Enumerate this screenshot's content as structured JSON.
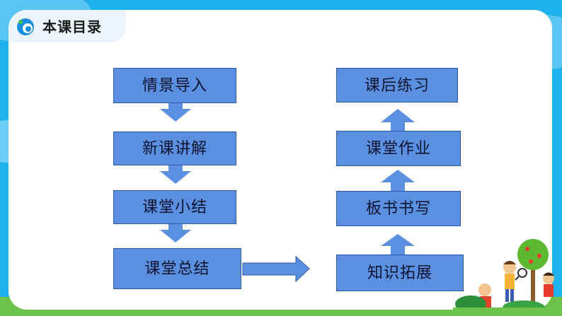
{
  "header": {
    "title": "本课目录"
  },
  "flow": {
    "left_column": [
      "情景导入",
      "新课讲解",
      "课堂小结",
      "课堂总结"
    ],
    "right_column": [
      "课后练习",
      "课堂作业",
      "板书书写",
      "知识拓展"
    ]
  },
  "colors": {
    "background": "#1fb0ee",
    "box_fill": "#5b8fe0",
    "box_border": "#2e57a6",
    "arrow": "#5b8fe0",
    "grass": "#6cc24a"
  },
  "icons": [
    "app-logo-icon",
    "down-arrow-icon",
    "up-arrow-icon",
    "right-arrow-icon",
    "children-playing-illustration"
  ]
}
